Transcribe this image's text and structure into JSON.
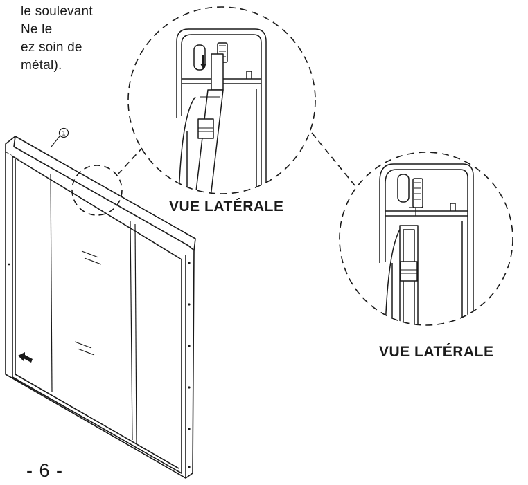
{
  "instruction": {
    "lines": [
      "le soulevant",
      "Ne le",
      "ez soin de",
      "métal)."
    ]
  },
  "callout": {
    "number": "1"
  },
  "views": {
    "top_label": "VUE LATÉRALE",
    "bottom_label": "VUE LATÉRALE"
  },
  "page": {
    "number": "- 6 -"
  },
  "colors": {
    "line": "#1a1a1a",
    "background": "#ffffff"
  }
}
